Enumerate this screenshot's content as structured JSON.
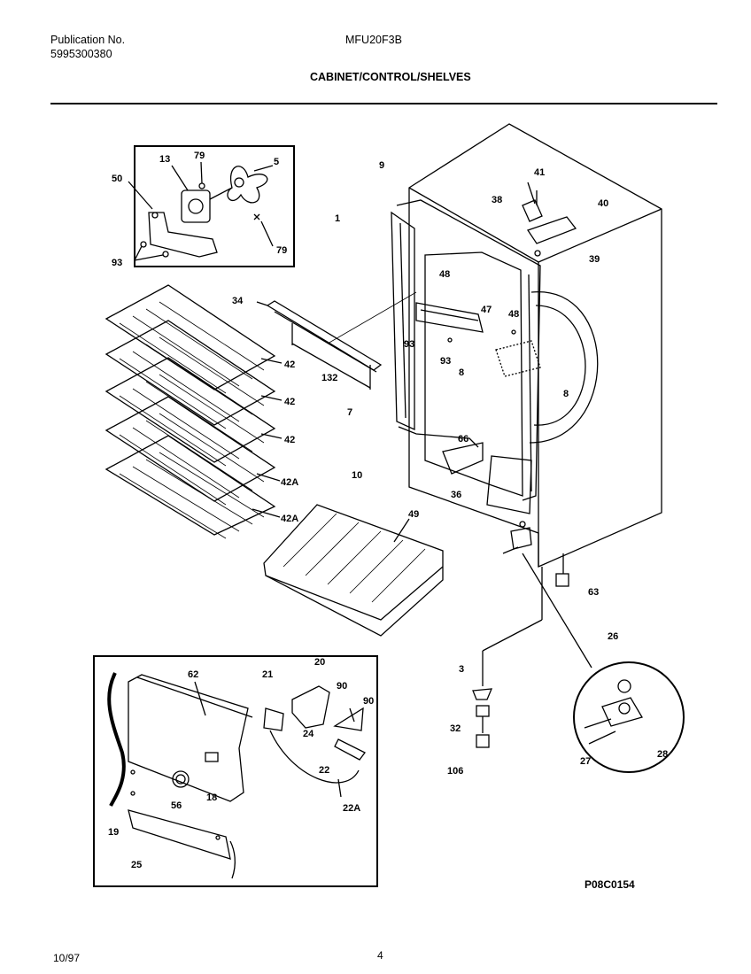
{
  "header": {
    "publication_label": "Publication No.",
    "publication_number": "5995300380",
    "model": "MFU20F3B",
    "section_title": "CABINET/CONTROL/SHELVES"
  },
  "footer": {
    "date": "10/97",
    "page": "4",
    "drawing_code": "P08C0154"
  },
  "callouts": {
    "c13": "13",
    "c79a": "79",
    "c5": "5",
    "c50": "50",
    "c79b": "79",
    "c93a": "93",
    "c1": "1",
    "c9": "9",
    "c41": "41",
    "c38": "38",
    "c40": "40",
    "c39": "39",
    "c34": "34",
    "c48a": "48",
    "c47": "47",
    "c48b": "48",
    "c93b": "93",
    "c93c": "93",
    "c8a": "8",
    "c8b": "8",
    "c132": "132",
    "c7": "7",
    "c42a": "42",
    "c42b": "42",
    "c42c": "42",
    "c42A1": "42A",
    "c42A2": "42A",
    "c66": "66",
    "c10": "10",
    "c36": "36",
    "c49": "49",
    "c63": "63",
    "c26": "26",
    "c3": "3",
    "c32": "32",
    "c106": "106",
    "c27": "27",
    "c28": "28",
    "c62": "62",
    "c21": "21",
    "c20": "20",
    "c90a": "90",
    "c90b": "90",
    "c24": "24",
    "c22": "22",
    "c22A": "22A",
    "c56": "56",
    "c18": "18",
    "c19": "19",
    "c25": "25"
  }
}
